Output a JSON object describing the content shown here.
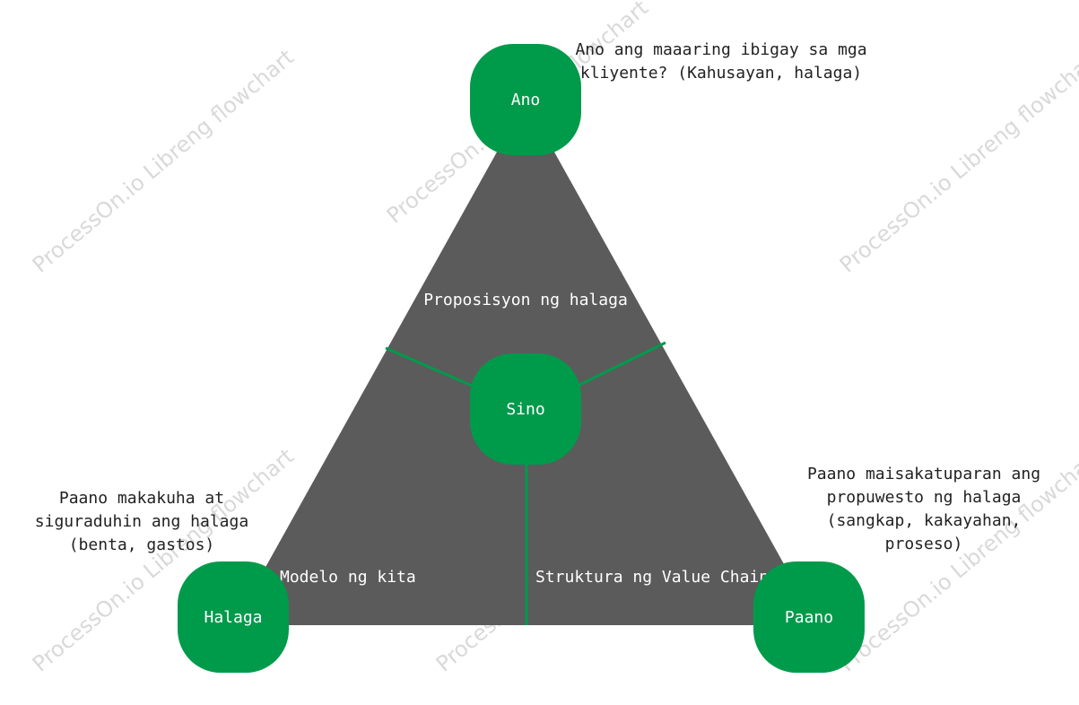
{
  "colors": {
    "triangle": "#5b5b5b",
    "node": "#009a4b",
    "divider": "#009a4b",
    "inner_text": "#ffffff",
    "outer_text": "#222222",
    "watermark": "#d9d9d9"
  },
  "watermark": "ProcessOn.io Libreng flowchart",
  "nodes": {
    "top": "Ano",
    "center": "Sino",
    "left": "Halaga",
    "right": "Paano"
  },
  "sections": {
    "top": "Proposisyon ng halaga",
    "left": "Modelo ng kita",
    "right": "Struktura ng Value Chain"
  },
  "notes": {
    "top": [
      "Ano ang maaaring ibigay sa mga",
      "kliyente? (Kahusayan, halaga)"
    ],
    "left": [
      "Paano makakuha at",
      "siguraduhin ang halaga",
      "(benta, gastos)"
    ],
    "right": [
      "Paano maisakatuparan ang",
      "propuwesto ng halaga",
      "(sangkap, kakayahan,",
      "proseso)"
    ]
  }
}
